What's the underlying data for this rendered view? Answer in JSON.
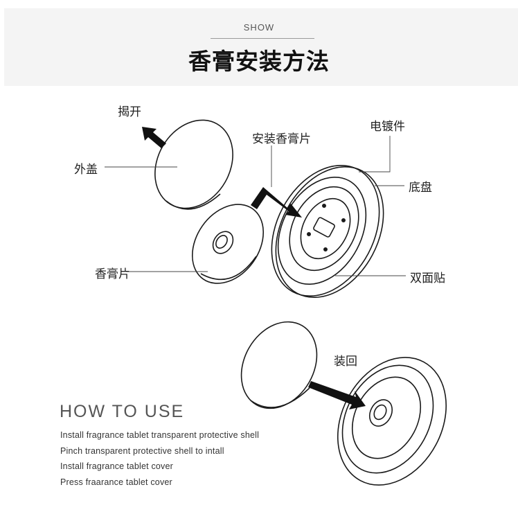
{
  "header": {
    "eyebrow": "SHOW",
    "title": "香膏安装方法"
  },
  "diagram": {
    "labels": {
      "open": "揭开",
      "outer_cover": "外盖",
      "install_tablet": "安装香膏片",
      "plated_part": "电镀件",
      "base": "底盘",
      "tablet": "香膏片",
      "double_sided_tape": "双面贴",
      "reinstall": "装回"
    }
  },
  "how_to_use": {
    "heading": "HOW TO USE",
    "steps": [
      "Install fragrance tablet transparent protective shell",
      "Pinch transparent protective shell to intall",
      "Install fragrance tablet cover",
      "Press fraarance tablet cover"
    ]
  }
}
